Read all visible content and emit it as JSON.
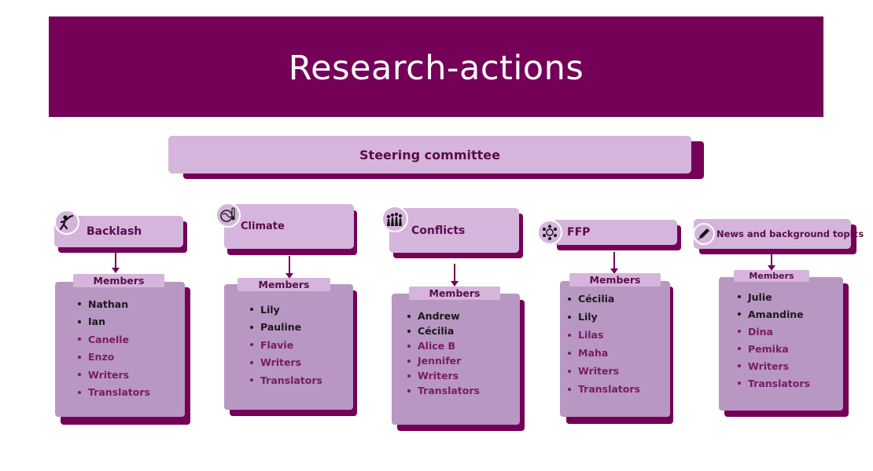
{
  "title": "Research-actions",
  "steering": "Steering committee",
  "colors": {
    "dark_purple": "#740058",
    "light_purple": "#d5b5db",
    "card_purple": "#b897c2"
  },
  "columns": [
    {
      "name": "Backlash",
      "icon": "fist-raised-icon",
      "members_label": "Members",
      "members": [
        {
          "name": "Nathan",
          "tone": "dark"
        },
        {
          "name": "Ian",
          "tone": "dark"
        },
        {
          "name": "Canelle",
          "tone": "purple"
        },
        {
          "name": "Enzo",
          "tone": "purple"
        },
        {
          "name": "Writers",
          "tone": "purple"
        },
        {
          "name": "Translators",
          "tone": "purple"
        }
      ]
    },
    {
      "name": "Climate",
      "icon": "globe-thermometer-icon",
      "members_label": "Members",
      "members": [
        {
          "name": "Lily",
          "tone": "dark"
        },
        {
          "name": "Pauline",
          "tone": "dark"
        },
        {
          "name": "Flavie",
          "tone": "purple"
        },
        {
          "name": "Writers",
          "tone": "purple"
        },
        {
          "name": "Translators",
          "tone": "purple"
        }
      ]
    },
    {
      "name": "Conflicts",
      "icon": "crowd-icon",
      "members_label": "Members",
      "members": [
        {
          "name": "Andrew",
          "tone": "dark"
        },
        {
          "name": "Cécilia",
          "tone": "dark"
        },
        {
          "name": "Alice B",
          "tone": "purple"
        },
        {
          "name": "Jennifer",
          "tone": "purple"
        },
        {
          "name": "Writers",
          "tone": "purple"
        },
        {
          "name": "Translators",
          "tone": "purple"
        }
      ]
    },
    {
      "name": "FFP",
      "icon": "people-circle-icon",
      "members_label": "Members",
      "members": [
        {
          "name": "Cécilia",
          "tone": "dark"
        },
        {
          "name": "Lily",
          "tone": "dark"
        },
        {
          "name": "Lilas",
          "tone": "purple"
        },
        {
          "name": "Maha",
          "tone": "purple"
        },
        {
          "name": "Writers",
          "tone": "purple"
        },
        {
          "name": "Translators",
          "tone": "purple"
        }
      ]
    },
    {
      "name": "News and background topics",
      "icon": "pen-icon",
      "members_label": "Members",
      "members": [
        {
          "name": "Julie",
          "tone": "dark"
        },
        {
          "name": "Amandine",
          "tone": "dark"
        },
        {
          "name": "Dina",
          "tone": "purple"
        },
        {
          "name": "Pemika",
          "tone": "purple"
        },
        {
          "name": "Writers",
          "tone": "purple"
        },
        {
          "name": "Translators",
          "tone": "purple"
        }
      ]
    }
  ]
}
